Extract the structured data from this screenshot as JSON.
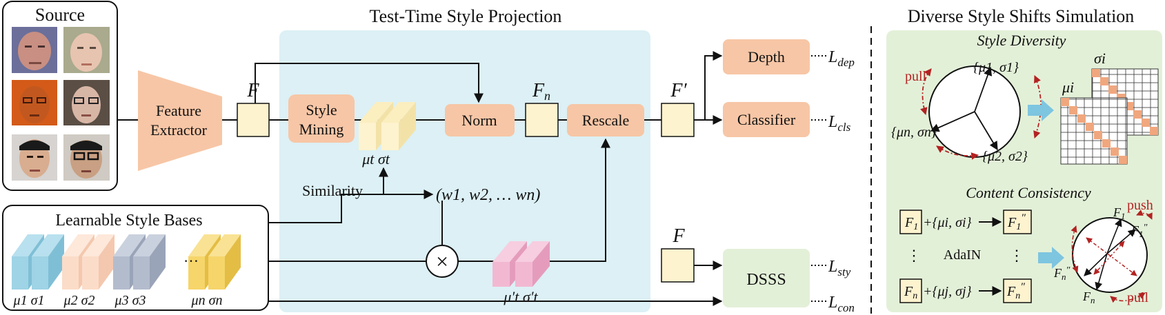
{
  "titles": {
    "source": "Source",
    "projection": "Test-Time Style Projection",
    "simulation": "Diverse Style Shifts Simulation",
    "bases": "Learnable Style Bases"
  },
  "blocks": {
    "feature_extractor_1": "Feature",
    "feature_extractor_2": "Extractor",
    "style_mining_1": "Style",
    "style_mining_2": "Mining",
    "norm": "Norm",
    "rescale": "Rescale",
    "depth": "Depth",
    "classifier": "Classifier",
    "dsss": "DSSS"
  },
  "features": {
    "f": "F",
    "fn": "F",
    "fn_sub": "n",
    "fprime": "F′",
    "f_bottom": "F"
  },
  "stats": {
    "mu_t": "μt σt",
    "mu_t_prime": "μ′t σ′t",
    "similarity": "Similarity",
    "weights": "(w1, w2, … wn)",
    "multiply": "×"
  },
  "bases": {
    "items": [
      "μ1 σ1",
      "μ2 σ2",
      "μ3 σ3",
      "μn σn"
    ],
    "ellipsis": "…"
  },
  "losses": {
    "dep": "dep",
    "cls": "cls",
    "sty": "sty",
    "con": "con"
  },
  "simulation": {
    "style_diversity": "Style Diversity",
    "content_consistency": "Content Consistency",
    "pull": "pull",
    "push": "push",
    "mu_i": "μi",
    "sigma_i": "σi",
    "s1": "{μ1, σ1}",
    "s2": "{μ2, σ2}",
    "sn": "{μn, σn}",
    "adain": "AdaIN",
    "plus_i": "+{μi, σi}",
    "plus_j": "+{μj, σj}",
    "vdots": "⋮"
  },
  "colors": {
    "orange": "#f7c6a6",
    "cream": "#fdf3cf",
    "blue_panel": "#dcf0f5",
    "green_panel": "#e3f0d8",
    "blue_base": "#9fd3e6",
    "peach_base": "#fbdcc8",
    "grey_base": "#b3bccd",
    "yellow_base": "#f6d56a",
    "pink": "#f2b8d2",
    "arrow_blue": "#7ec5e0",
    "red": "#b32222"
  }
}
